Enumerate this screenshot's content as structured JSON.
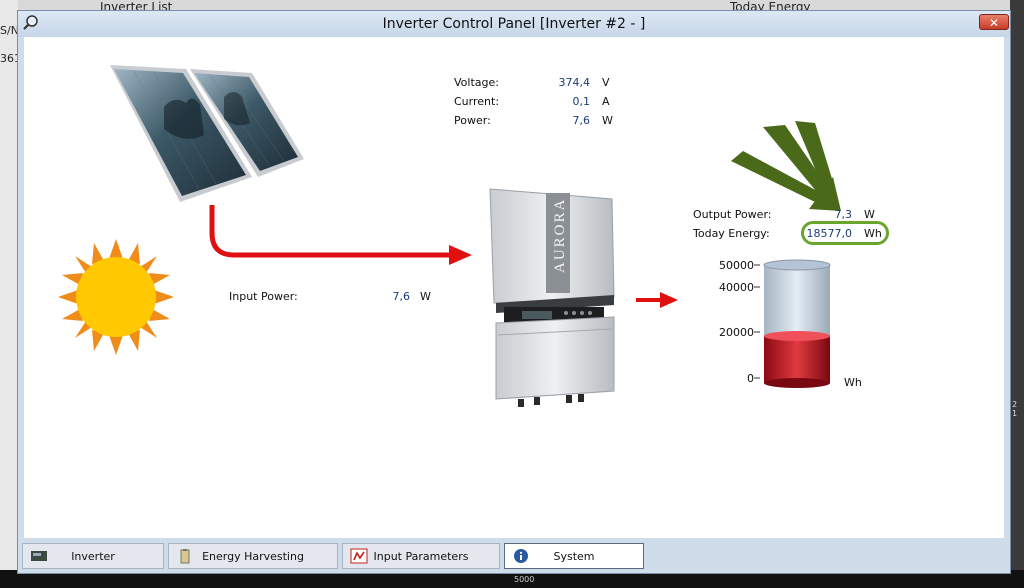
{
  "background_app": {
    "left_title": "Inverter List",
    "right_title": "Today Energy",
    "left_cell_1": "S/N",
    "left_cell_2": "361",
    "bottom_tick": "5000",
    "right_digits": "2 1"
  },
  "window": {
    "title": "Inverter Control Panel [Inverter #2 - ]",
    "close_label": "✕"
  },
  "dc_readings": [
    {
      "label": "Voltage:",
      "value": "374,4",
      "unit": "V"
    },
    {
      "label": "Current:",
      "value": "0,1",
      "unit": "A"
    },
    {
      "label": "Power:",
      "value": "7,6",
      "unit": "W"
    }
  ],
  "input_power": {
    "label": "Input Power:",
    "value": "7,6",
    "unit": "W"
  },
  "output": {
    "output_power": {
      "label": "Output Power:",
      "value": "7,3",
      "unit": "W"
    },
    "today_energy": {
      "label": "Today Energy:",
      "value": "18577,0",
      "unit": "Wh"
    }
  },
  "inverter_brand": "AURORA",
  "gauge": {
    "ticks": [
      "50000",
      "40000",
      "20000",
      "0"
    ],
    "unit": "Wh",
    "max": 50000,
    "value": 18577.0,
    "fill_color": "#c81820"
  },
  "colors": {
    "arrow": "#e01010",
    "highlight": "#6aa52e",
    "pointer": "#4a6a1a",
    "sun": "#ffc800",
    "sun_rays": "#f08c1a"
  },
  "tabs": [
    {
      "label": "Inverter",
      "icon": "inverter-icon",
      "active": false
    },
    {
      "label": "Energy Harvesting",
      "icon": "battery-icon",
      "active": false
    },
    {
      "label": "Input Parameters",
      "icon": "chart-icon",
      "active": false
    },
    {
      "label": "System",
      "icon": "info-icon",
      "active": true
    }
  ]
}
